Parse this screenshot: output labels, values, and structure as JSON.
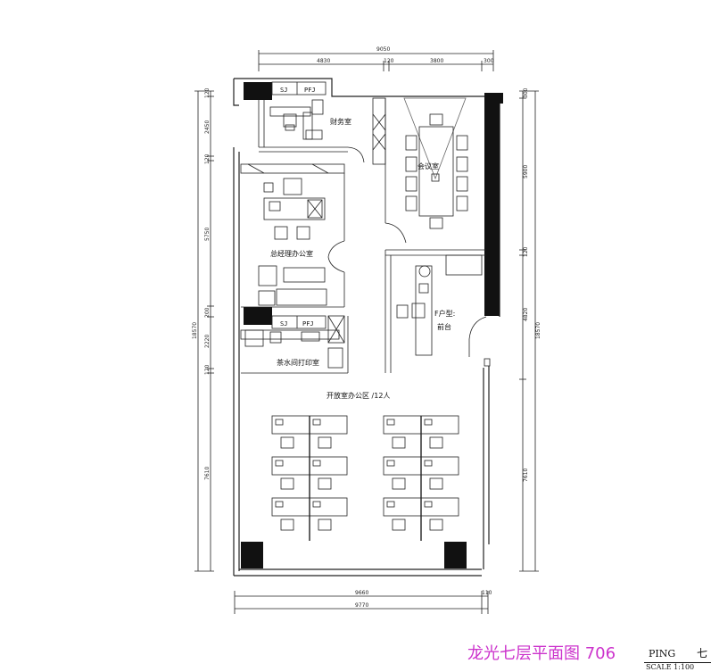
{
  "dimensions": {
    "top_total": "9050",
    "top_segments": [
      "4830",
      "120",
      "3800",
      "300"
    ],
    "bottom_inner": "9660",
    "bottom_small": "110",
    "bottom_total": "9770",
    "left_total": "18570",
    "left_segments": [
      "120",
      "2450",
      "120",
      "5750",
      "200",
      "2220",
      "120",
      "7610"
    ],
    "right_total": "18570",
    "right_segments": [
      "300",
      "5900",
      "120",
      "4820",
      "7610"
    ]
  },
  "rooms": {
    "finance": "财务室",
    "meeting": "会议室",
    "gm_office": "总经理办公室",
    "reception": "F户型:\n前台",
    "tea_print": "茶水间打印室",
    "open_office": "开放室办公区 /12人"
  },
  "tags": {
    "sj": "SJ",
    "pfj": "PFJ"
  },
  "footer": {
    "title": "龙光七层平面图 706",
    "ping": "PING",
    "floor_char": "七",
    "scale": "SCALE 1:100"
  }
}
